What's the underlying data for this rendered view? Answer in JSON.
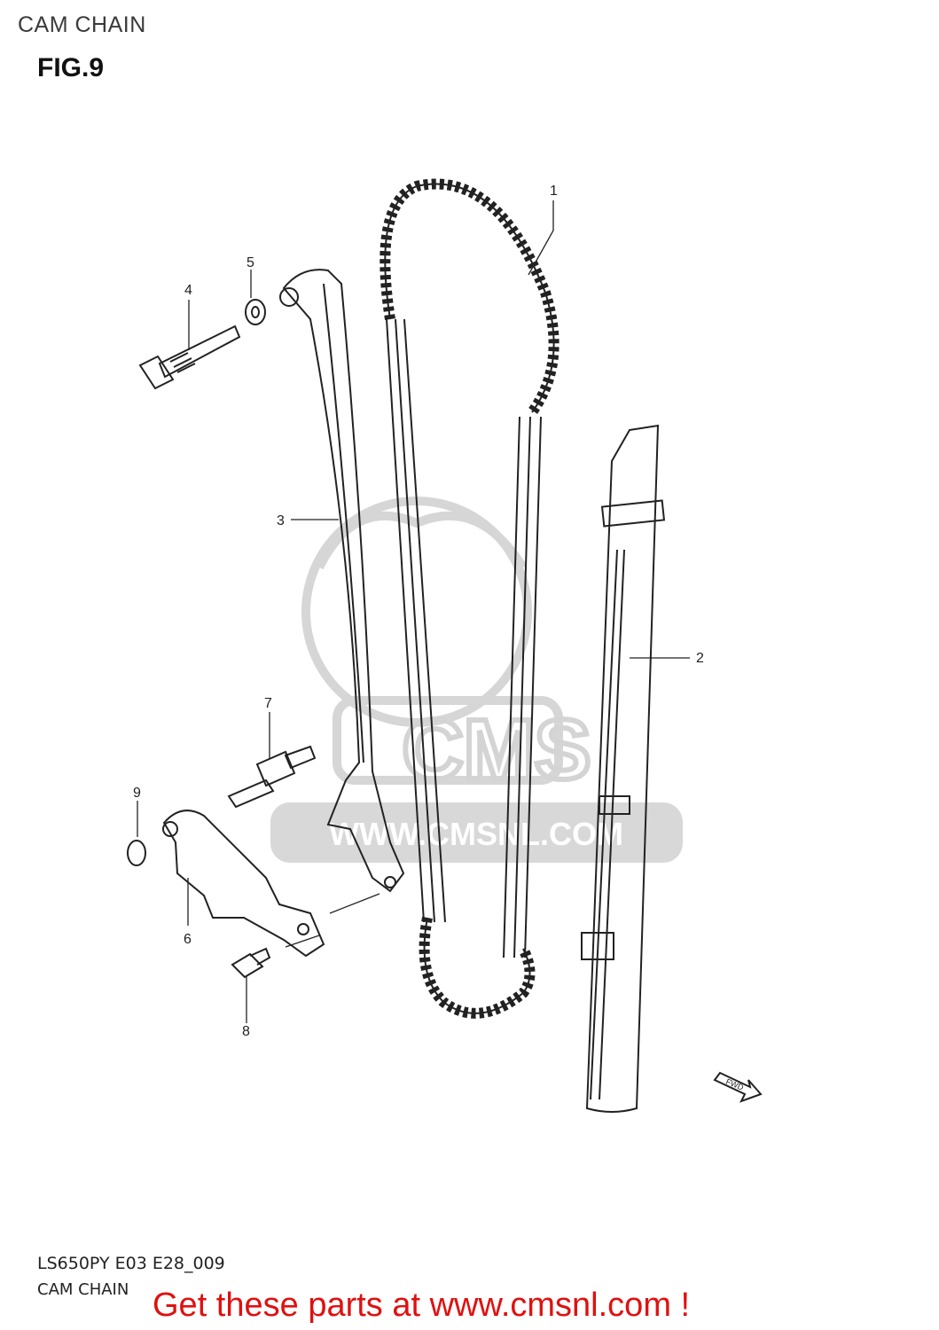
{
  "header": {
    "title": "CAM CHAIN"
  },
  "figure": {
    "label": "FIG.9"
  },
  "callouts": [
    {
      "id": "1",
      "label": "1"
    },
    {
      "id": "2",
      "label": "2"
    },
    {
      "id": "3",
      "label": "3"
    },
    {
      "id": "4",
      "label": "4"
    },
    {
      "id": "5",
      "label": "5"
    },
    {
      "id": "6",
      "label": "6"
    },
    {
      "id": "7",
      "label": "7"
    },
    {
      "id": "8",
      "label": "8"
    },
    {
      "id": "9",
      "label": "9"
    }
  ],
  "watermark": {
    "text": "WWW.CMSNL.COM",
    "logo": "CMS"
  },
  "fwd_marker": {
    "text": "FWD"
  },
  "footer": {
    "code": "LS650PY E03 E28_009",
    "title": "CAM CHAIN",
    "promo": "Get these parts at www.cmsnl.com !"
  },
  "colors": {
    "promo": "#e01010",
    "line": "#222222",
    "watermark": "#d4d4d4"
  }
}
